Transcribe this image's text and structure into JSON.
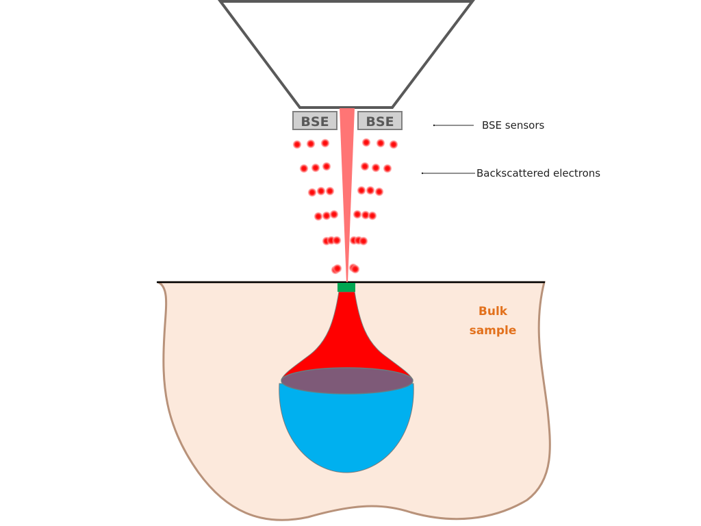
{
  "diagram": {
    "type": "SEM backscattered electron detection schematic",
    "components": {
      "column": {
        "label": "",
        "color": "#595959"
      },
      "sensors": [
        {
          "label": "BSE",
          "side": "left"
        },
        {
          "label": "BSE",
          "side": "right"
        }
      ],
      "beam": {
        "color": "#ff7575"
      },
      "electrons": {
        "color": "#ff0000",
        "rows_per_side": 6
      },
      "surface_line": {
        "color": "#000000"
      },
      "spot": {
        "color": "#00a651"
      },
      "interaction_neck": {
        "color": "#ff0000"
      },
      "interaction_ellipse": {
        "color": "#7e5a78"
      },
      "interaction_bulb": {
        "color": "#00b0ef"
      },
      "sample": {
        "label_line1": "Bulk",
        "label_line2": "sample",
        "fill": "#fce9dc",
        "outline": "#b8927a",
        "label_color": "#e2711d"
      }
    },
    "callouts": [
      {
        "text": "BSE sensors"
      },
      {
        "text": "Backscattered electrons"
      }
    ]
  }
}
